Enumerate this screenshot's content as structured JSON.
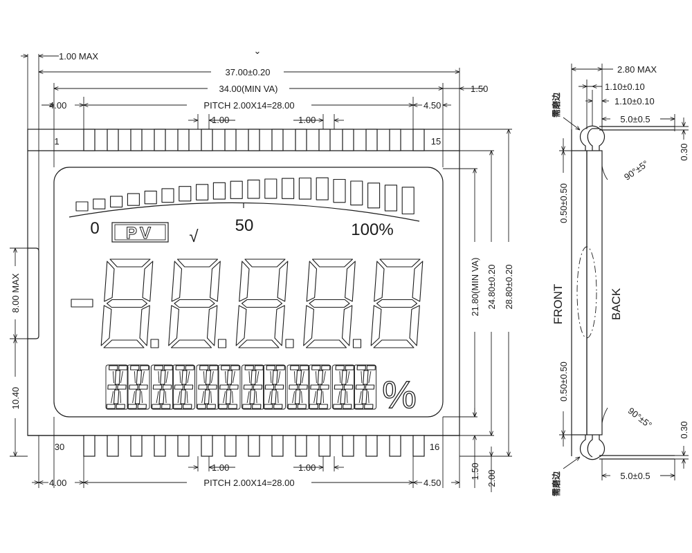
{
  "dims": {
    "one_max": "1.00 MAX",
    "total_width": "37.00±0.20",
    "min_va_width": "34.00(MIN VA)",
    "right_gap": "1.50",
    "left_offset": "4.00",
    "pitch": "PITCH 2.00X14=28.00",
    "right_offset": "4.50",
    "pin_width": "1.00",
    "height_min_va": "21.80(MIN VA)",
    "height_inner": "24.80±0.20",
    "height_total": "28.80±0.20",
    "left_8": "8.00 MAX",
    "left_1040": "10.40",
    "bottom_150": "1.50",
    "bottom_200": "2.00"
  },
  "pins": {
    "top_left": "1",
    "top_right": "15",
    "bottom_left": "30",
    "bottom_right": "16",
    "count_per_row": 15
  },
  "lcd": {
    "scale_0": "0",
    "scale_50": "50",
    "scale_100": "100%",
    "pv": "PV",
    "sqrt": "√",
    "minus": "-",
    "percent": "%",
    "bargraph_segments": 20,
    "digits": 5,
    "alpha_chars": 12
  },
  "side": {
    "thickness": "2.80 MAX",
    "pin1": "1.10±0.10",
    "pin2": "1.10±0.10",
    "pin_len_top": "5.0±0.5",
    "pin_len_bottom": "5.0±0.5",
    "gap": "0.30",
    "gap2": "0.30",
    "angle": "90°±5°",
    "angle2": "90°±5°",
    "offset_top": "0.50±0.50",
    "offset_bottom": "0.50±0.50",
    "front": "FRONT",
    "back": "BACK",
    "note_top": "需磨边",
    "note_bottom": "需磨边"
  },
  "marker": "⌄"
}
